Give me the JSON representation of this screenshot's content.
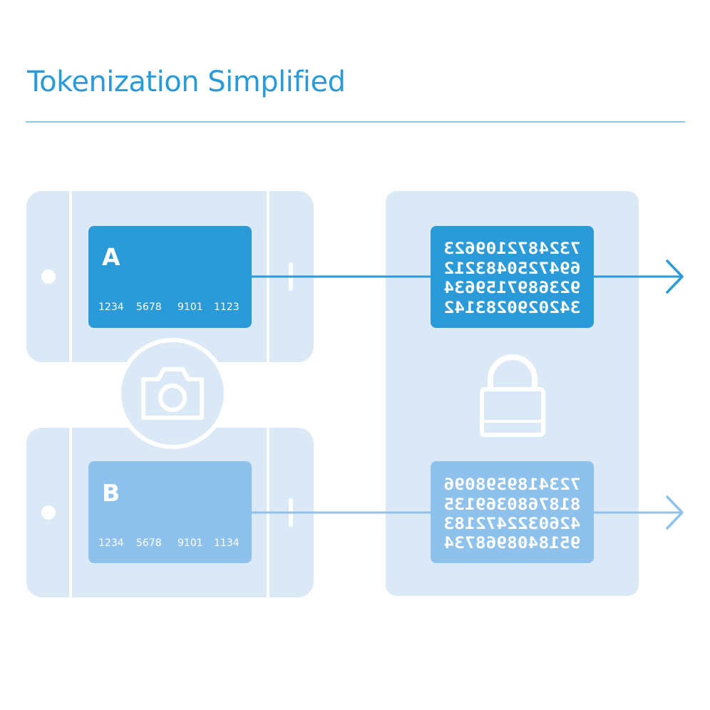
{
  "title": "Tokenization Simplified",
  "colors": {
    "accent": "#2a9ad9",
    "accent_light": "#8ec2ec",
    "panel": "#dbe8f6",
    "line": "#8cc6ee"
  },
  "card_a": {
    "letter": "A",
    "number_groups": [
      "1234",
      "5678",
      "9101",
      "1123"
    ]
  },
  "card_b": {
    "letter": "B",
    "number_groups": [
      "1234",
      "5678",
      "9101",
      "1134"
    ]
  },
  "token_a": {
    "lines": [
      "7324872109623",
      "6947250483212",
      "9236897159634",
      "3420290283142"
    ]
  },
  "token_b": {
    "lines": [
      "7234189598096",
      "8187680369135",
      "4260322472183",
      "9518408968734"
    ]
  },
  "icons": [
    "camera-icon",
    "lock-icon",
    "arrow-right-icon"
  ]
}
